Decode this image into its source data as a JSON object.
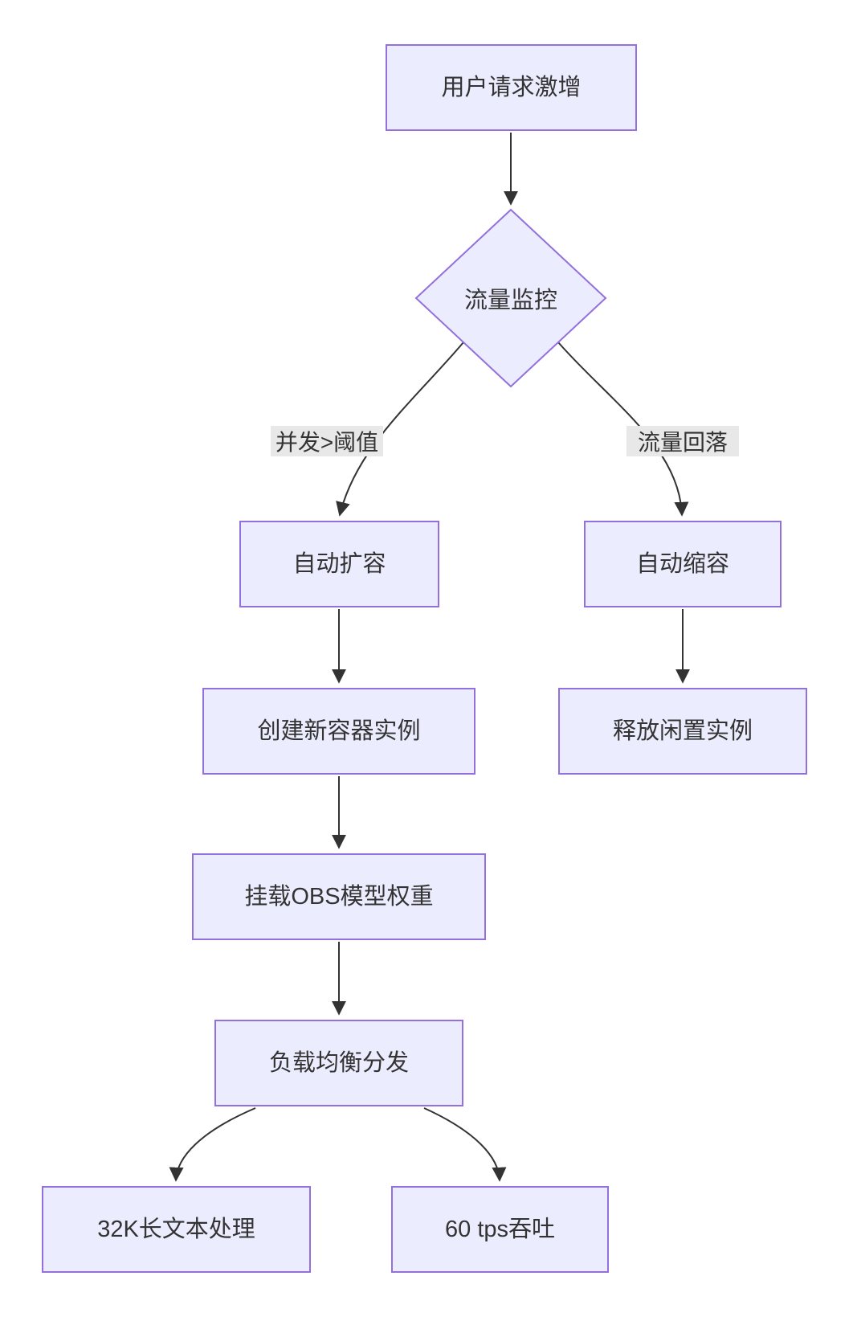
{
  "diagram": {
    "type": "flowchart",
    "direction": "top-to-bottom",
    "colors": {
      "node_fill": "#ECECFF",
      "node_border": "#9370DB",
      "edge_line": "#333333",
      "edge_label_bg": "#e8e8e8",
      "text": "#333333",
      "background": "#ffffff"
    },
    "nodes": {
      "user_surge": {
        "label": "用户请求激增",
        "shape": "rect"
      },
      "traffic_monitor": {
        "label": "流量监控",
        "shape": "diamond"
      },
      "auto_scale_up": {
        "label": "自动扩容",
        "shape": "rect"
      },
      "auto_scale_down": {
        "label": "自动缩容",
        "shape": "rect"
      },
      "create_instance": {
        "label": "创建新容器实例",
        "shape": "rect"
      },
      "release_instance": {
        "label": "释放闲置实例",
        "shape": "rect"
      },
      "mount_obs": {
        "label": "挂载OBS模型权重",
        "shape": "rect"
      },
      "load_balance": {
        "label": "负载均衡分发",
        "shape": "rect"
      },
      "long_text": {
        "label": "32K长文本处理",
        "shape": "rect"
      },
      "throughput": {
        "label": "60 tps吞吐",
        "shape": "rect"
      }
    },
    "edge_labels": {
      "concurrency_over_threshold": "并发>阈值",
      "traffic_drop": "流量回落"
    },
    "edges": [
      {
        "from": "user_surge",
        "to": "traffic_monitor",
        "label": ""
      },
      {
        "from": "traffic_monitor",
        "to": "auto_scale_up",
        "label": "并发>阈值"
      },
      {
        "from": "traffic_monitor",
        "to": "auto_scale_down",
        "label": "流量回落"
      },
      {
        "from": "auto_scale_up",
        "to": "create_instance",
        "label": ""
      },
      {
        "from": "auto_scale_down",
        "to": "release_instance",
        "label": ""
      },
      {
        "from": "create_instance",
        "to": "mount_obs",
        "label": ""
      },
      {
        "from": "mount_obs",
        "to": "load_balance",
        "label": ""
      },
      {
        "from": "load_balance",
        "to": "long_text",
        "label": ""
      },
      {
        "from": "load_balance",
        "to": "throughput",
        "label": ""
      }
    ]
  }
}
